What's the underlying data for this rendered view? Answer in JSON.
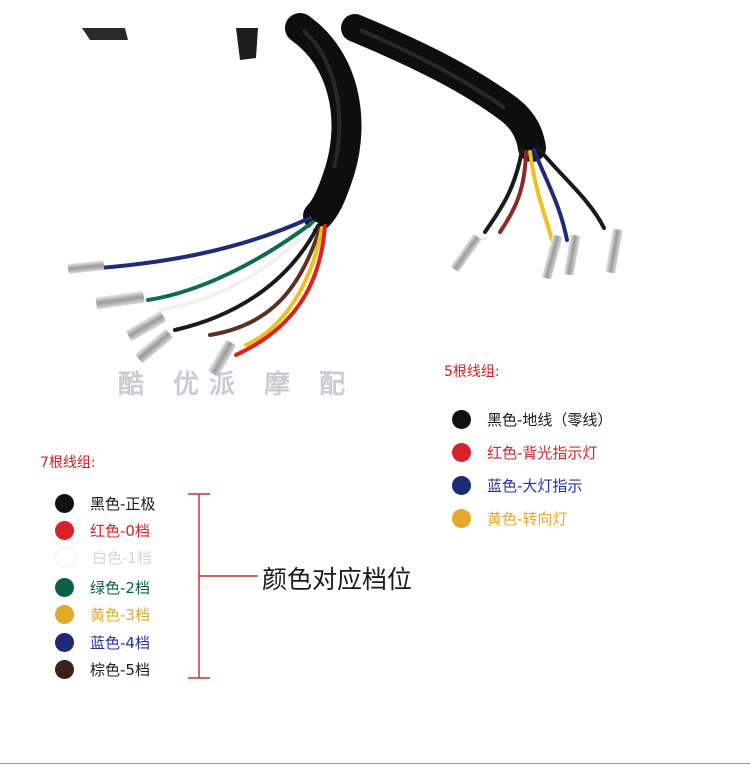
{
  "watermark": {
    "text": "酷 优派 摩 配"
  },
  "group_seven": {
    "heading": "7根线组:",
    "items": [
      {
        "label": "黑色-正极",
        "dot_color": "#111111",
        "text_color": "#1a1a1a"
      },
      {
        "label": "红色-0档",
        "dot_color": "#d8222a",
        "text_color": "#d8222a"
      },
      {
        "label": "白色-1档",
        "dot_color": "#ffffff",
        "text_color": "#d6d6d6"
      },
      {
        "label": "绿色-2档",
        "dot_color": "#0a5e4a",
        "text_color": "#0a5e4a"
      },
      {
        "label": "黄色-3档",
        "dot_color": "#e6a82a",
        "text_color": "#e6a82a"
      },
      {
        "label": "蓝色-4档",
        "dot_color": "#1c2a78",
        "text_color": "#2530a8"
      },
      {
        "label": "棕色-5档",
        "dot_color": "#3b2218",
        "text_color": "#2a1a12"
      }
    ]
  },
  "group_five": {
    "heading": "5根线组:",
    "items": [
      {
        "label": "黑色-地线（零线）",
        "dot_color": "#111111",
        "text_color": "#1a1a1a"
      },
      {
        "label": "红色-背光指示灯",
        "dot_color": "#d8222a",
        "text_color": "#d8222a"
      },
      {
        "label": "蓝色-大灯指示",
        "dot_color": "#1c2a78",
        "text_color": "#2530a8"
      },
      {
        "label": "黄色-转向灯",
        "dot_color": "#e6a82a",
        "text_color": "#e6a82a"
      }
    ]
  },
  "bracket_label": "颜色对应档位"
}
